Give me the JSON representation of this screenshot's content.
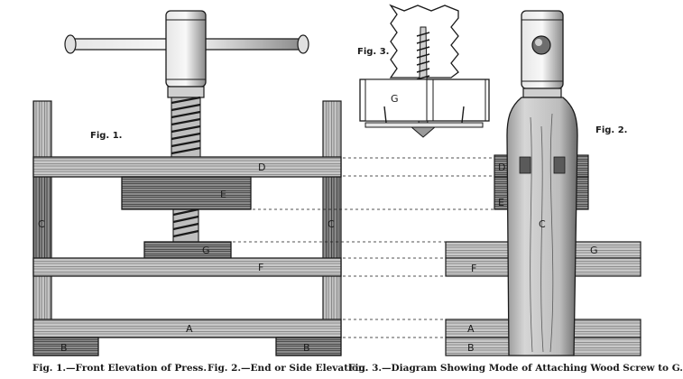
{
  "figures": {
    "fig1": {
      "label": "Fig. 1."
    },
    "fig2": {
      "label": "Fig. 2."
    },
    "fig3": {
      "label": "Fig. 3."
    }
  },
  "part_labels": {
    "A": "A",
    "B": "B",
    "C": "C",
    "D": "D",
    "E": "E",
    "F": "F",
    "G": "G"
  },
  "captions": {
    "fig1": "Fig. 1.—Front Elevation of Press.",
    "fig2": "Fig. 2.—End or Side Elevation.",
    "fig3": "Fig. 3.—Diagram Showing Mode of Attaching Wood Screw to G."
  },
  "colors": {
    "ink": "#1a1a1a",
    "wood_light": "#bdbdbd",
    "wood_dark": "#6d6d6d",
    "paper": "#ffffff"
  }
}
